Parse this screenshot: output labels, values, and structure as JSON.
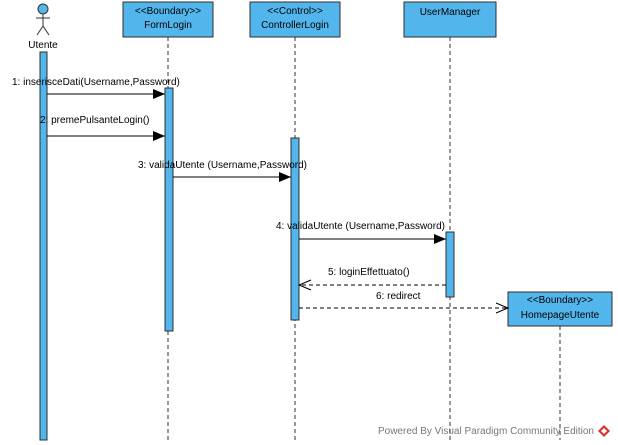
{
  "actor": {
    "name": "Utente"
  },
  "lifelines": {
    "formlogin": {
      "stereotype": "<<Boundary>>",
      "name": "FormLogin"
    },
    "controllerlogin": {
      "stereotype": "<<Control>>",
      "name": "ControllerLogin"
    },
    "usermanager": {
      "name": "UserManager"
    },
    "homepageutente": {
      "stereotype": "<<Boundary>>",
      "name": "HomepageUtente"
    }
  },
  "messages": [
    {
      "label": "1: inserisceDati(Username,Password)"
    },
    {
      "label": "2: premePulsanteLogin()"
    },
    {
      "label": "3: validaUtente (Username,Password)"
    },
    {
      "label": "4: validaUtente (Username,Password)"
    },
    {
      "label": "5: loginEffettuato()"
    },
    {
      "label": "6: redirect"
    }
  ],
  "footer": {
    "text": "Powered By  Visual Paradigm Community Edition"
  },
  "colors": {
    "lifeline_fill": "#52b5ec",
    "border": "#2f2f2f"
  }
}
